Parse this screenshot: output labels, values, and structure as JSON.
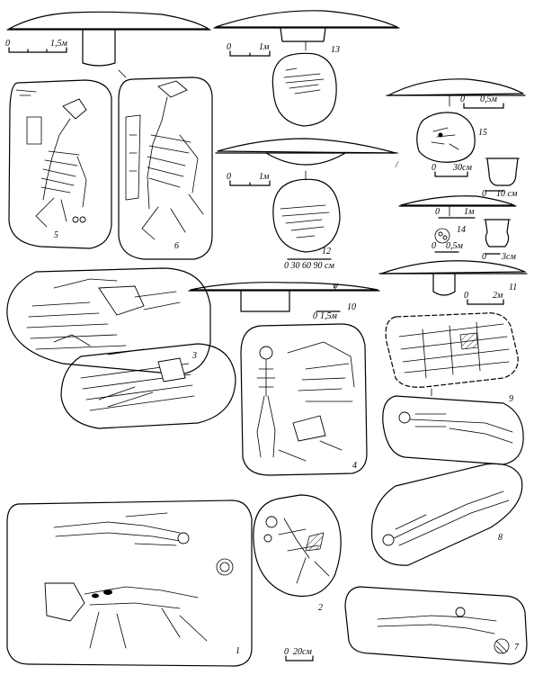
{
  "figures": [
    {
      "id": "1",
      "label": "1"
    },
    {
      "id": "2",
      "label": "2"
    },
    {
      "id": "3",
      "label": "3"
    },
    {
      "id": "4",
      "label": "4"
    },
    {
      "id": "5",
      "label": "5"
    },
    {
      "id": "6",
      "label": "6"
    },
    {
      "id": "7",
      "label": "7"
    },
    {
      "id": "8",
      "label": "8"
    },
    {
      "id": "9",
      "label": "9"
    },
    {
      "id": "10",
      "label": "10"
    },
    {
      "id": "11",
      "label": "11"
    },
    {
      "id": "12",
      "label": "12"
    },
    {
      "id": "13",
      "label": "13"
    },
    {
      "id": "14",
      "label": "14"
    },
    {
      "id": "15",
      "label": "15"
    }
  ],
  "scales": {
    "s_top_left": {
      "zero": "0",
      "value": "1,5м"
    },
    "s_13": {
      "zero": "0",
      "value": "1м"
    },
    "s_12_section": {
      "zero": "0",
      "value": "1м"
    },
    "s_12_plan": {
      "value": "0 30 60 90 см"
    },
    "s_15_plan": {
      "zero": "0",
      "value": "30см"
    },
    "s_15_vessel": {
      "zero": "0",
      "value": "10 см"
    },
    "s_15_section": {
      "zero": "0",
      "value": "0,5м"
    },
    "s_14_section": {
      "zero": "0",
      "value": "1м"
    },
    "s_14_plan": {
      "zero": "0",
      "value": "0,5м"
    },
    "s_14_vessel": {
      "zero": "0",
      "value": "3см"
    },
    "s_11": {
      "zero": "0",
      "value": "2м"
    },
    "s_10": {
      "zero": "0",
      "value": "1,5м"
    },
    "s_bottom": {
      "zero": "0",
      "value": "20см"
    }
  }
}
